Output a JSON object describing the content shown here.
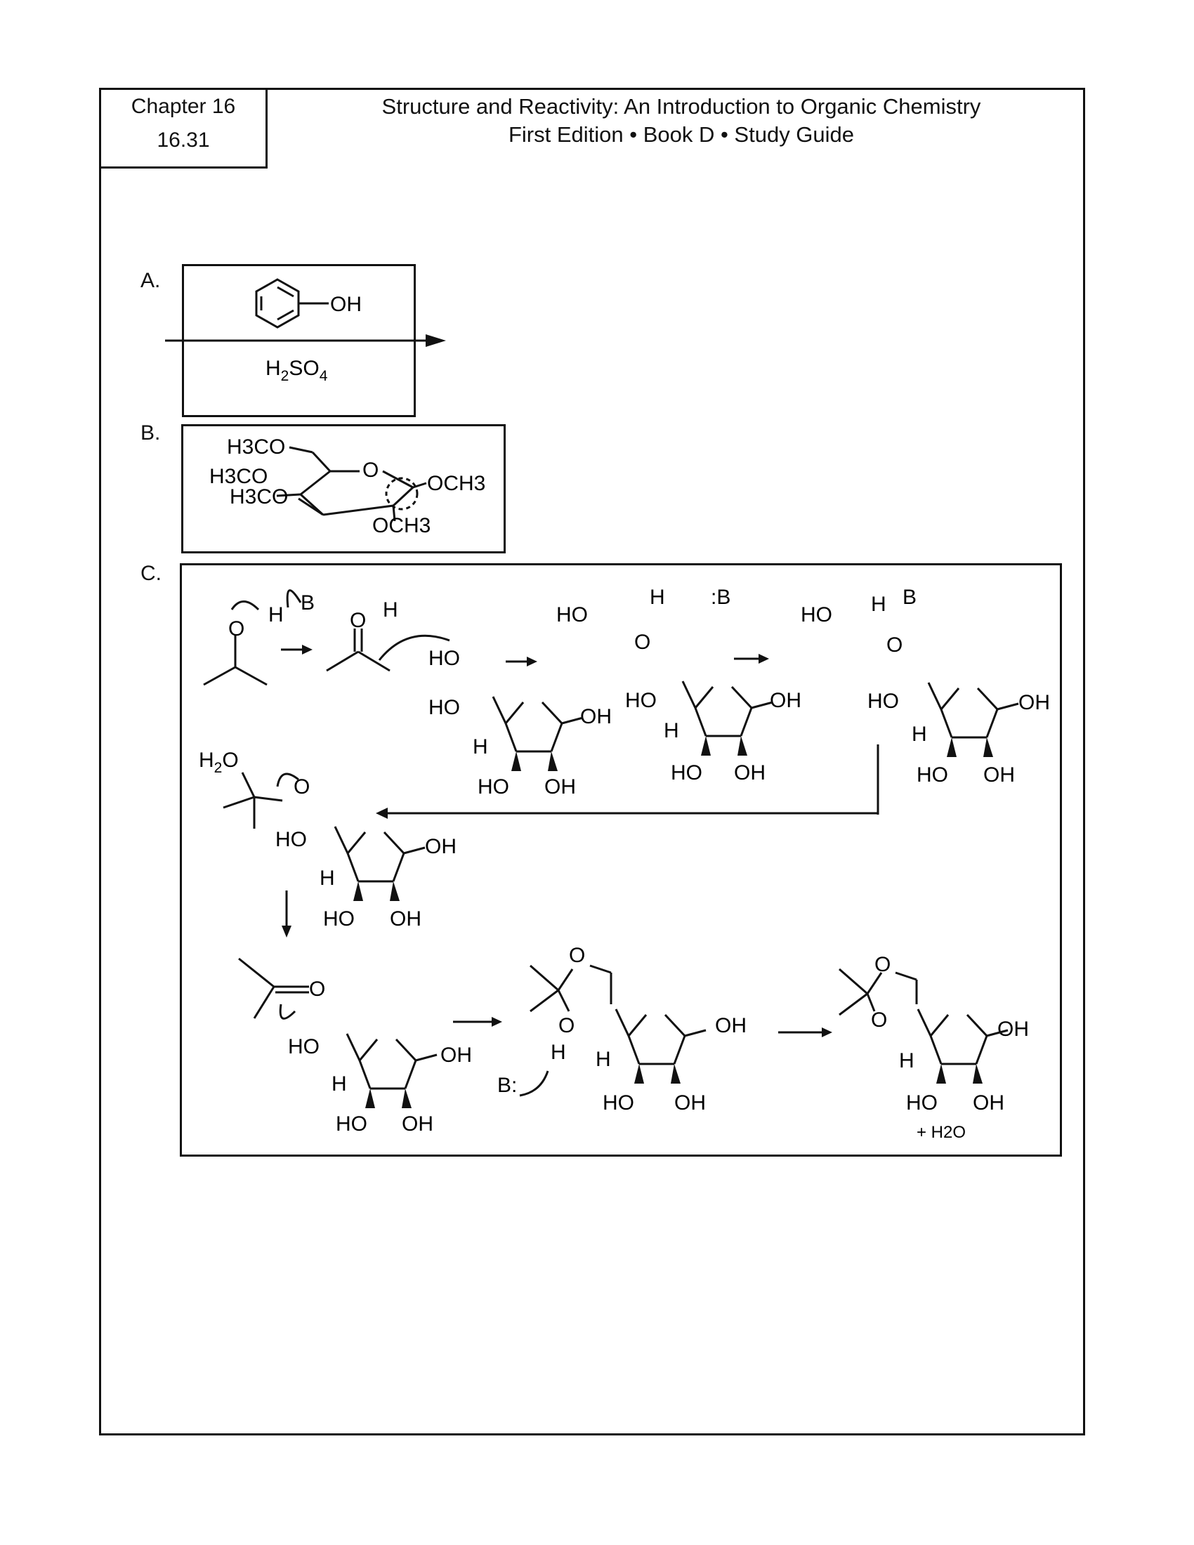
{
  "header": {
    "chapter": "Chapter 16",
    "problem": "16.31",
    "title_line1": "Structure and Reactivity: An Introduction to Organic Chemistry",
    "title_line2": "First Edition • Book D • Study Guide"
  },
  "part_a": {
    "label": "A.",
    "reagent_top": "OH",
    "reagent_bottom_parts": [
      "H",
      "2",
      "SO",
      "4"
    ]
  },
  "part_b": {
    "label": "B.",
    "substituents": [
      "H3CO",
      "H3CO",
      "H3CO",
      "O",
      "OCH3",
      "OCH3"
    ]
  },
  "part_c": {
    "label": "C.",
    "groups": [
      "HO",
      "HO",
      "OH",
      "HO",
      "OH",
      "H",
      "H",
      "B",
      ":B",
      "O",
      "+ H2O"
    ]
  }
}
